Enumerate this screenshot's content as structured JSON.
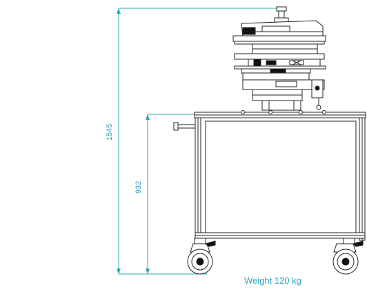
{
  "dimensions": {
    "total_height": "1545",
    "table_height": "932"
  },
  "caption": "Weight 120 kg",
  "colors": {
    "dimension": "#2aa6bd",
    "linework": "#222222",
    "fill_dark": "#111111",
    "background": "#ffffff"
  }
}
